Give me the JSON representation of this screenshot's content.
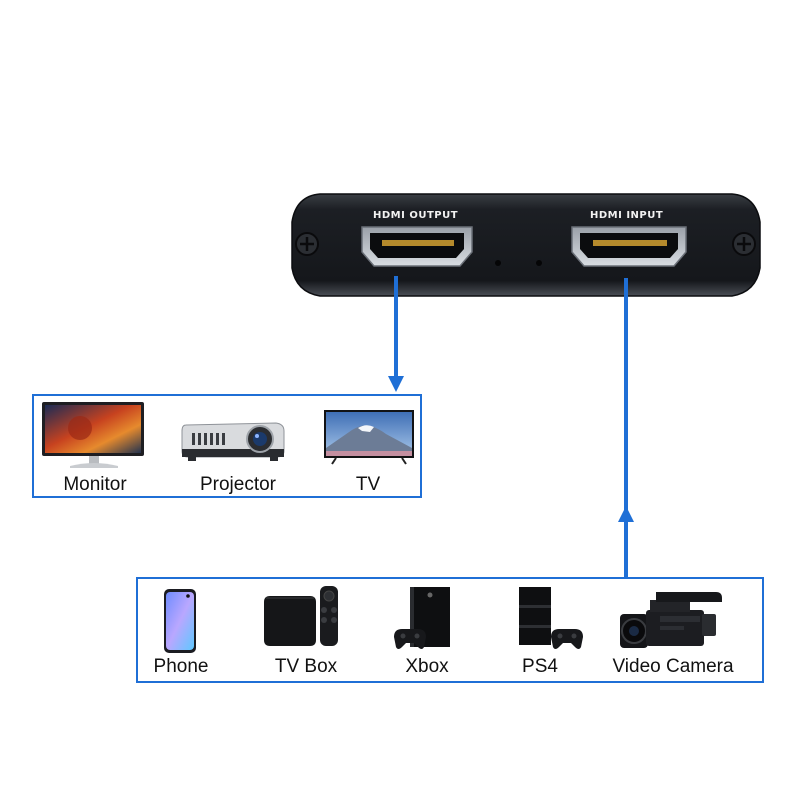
{
  "device": {
    "output_label": "HDMI OUTPUT",
    "input_label": "HDMI INPUT"
  },
  "output_devices": [
    {
      "label": "Monitor",
      "icon": "monitor-icon"
    },
    {
      "label": "Projector",
      "icon": "projector-icon"
    },
    {
      "label": "TV",
      "icon": "tv-icon"
    }
  ],
  "input_devices": [
    {
      "label": "Phone",
      "icon": "phone-icon"
    },
    {
      "label": "TV Box",
      "icon": "tv-box-icon"
    },
    {
      "label": "Xbox",
      "icon": "xbox-icon"
    },
    {
      "label": "PS4",
      "icon": "ps4-icon"
    },
    {
      "label": "Video Camera",
      "icon": "video-camera-icon"
    }
  ],
  "colors": {
    "connector": "#1f6fd6",
    "device_body": "#1a1d22"
  }
}
